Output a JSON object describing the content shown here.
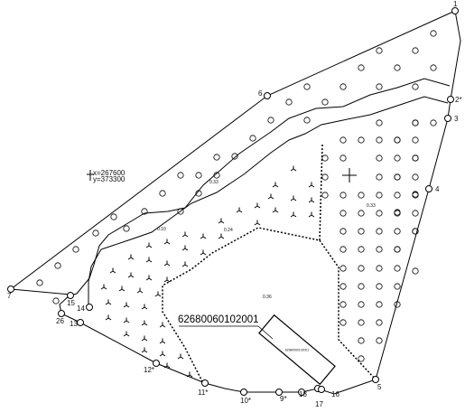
{
  "map": {
    "cadastral_number": "62680060102001",
    "building_number": "62680060102001",
    "coord_x": "x=267600",
    "coord_y": "y=373300",
    "area_labels": [
      "0.33",
      "0.33",
      "0.10",
      "0.24",
      "0.36"
    ],
    "point_labels": [
      "1",
      "2*",
      "3",
      "4",
      "5",
      "6",
      "7",
      "26",
      "15",
      "14",
      "13",
      "12*",
      "11*",
      "10*",
      "9*",
      "18",
      "17",
      "16"
    ]
  }
}
